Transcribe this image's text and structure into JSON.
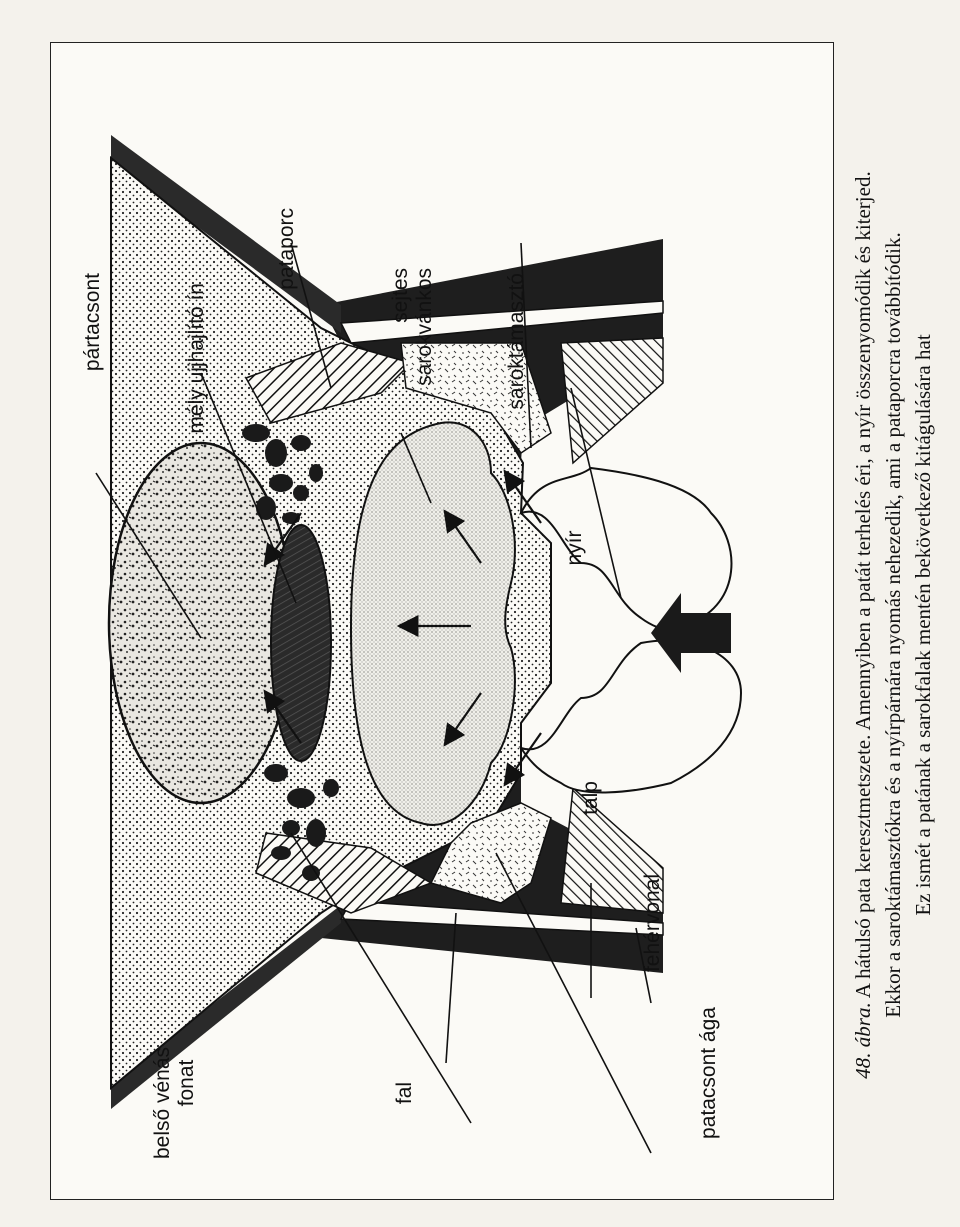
{
  "labels": {
    "partacsont": "pártacsont",
    "mely_ujjhajlito_in": "mély ujjhajlító ín",
    "pataporc": "pataporc",
    "sejtes": "sejtes",
    "sarokvankos": "sarokvánkos",
    "saroktamaszto": "saroktámasztó",
    "nyir": "nyír",
    "talp": "talp",
    "feherv": "fehérvonal",
    "patacsont_aga": "patacsont ága",
    "fal": "fal",
    "belso_venas": "belső vénás",
    "fonat": "fonat"
  },
  "caption": {
    "fig_num": "48. ábra.",
    "line1_rest": " A hátulsó pata keresztmetszete. Amennyiben a patát terhelés éri, a nyír összenyomódik és kiterjed.",
    "line2": "Ekkor a saroktámasztókra és a nyírpárnára nyomás nehezedik, ami a pataporcra továbbítódik.",
    "line3": "Ez ismét a patának a sarokfalak mentén bekövetkező kitágulására hat"
  }
}
